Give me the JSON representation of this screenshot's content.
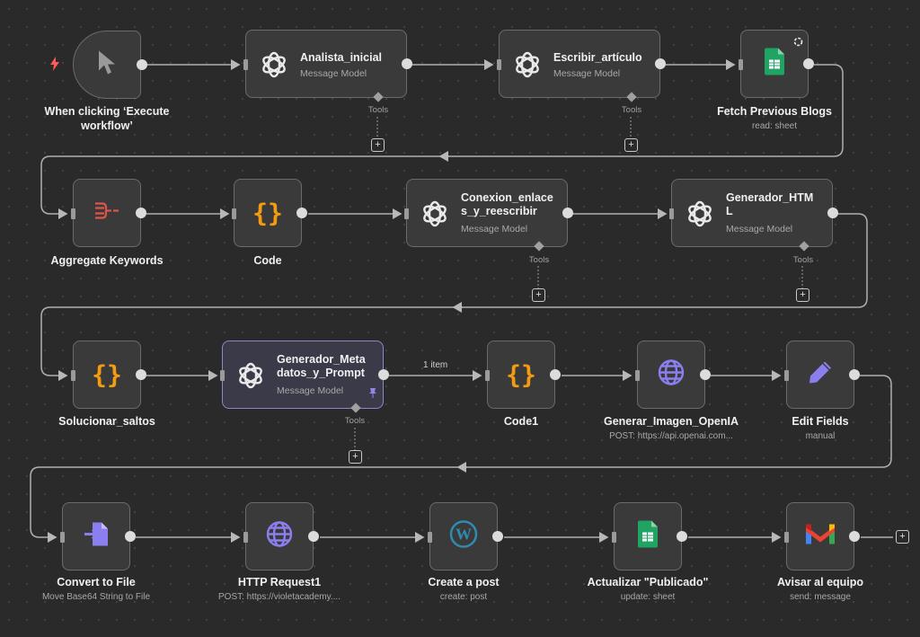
{
  "nodes": {
    "trigger": {
      "label1": "When clicking ‘Execute",
      "label2": "workflow’"
    },
    "analista": {
      "title": "Analista_inicial",
      "sub": "Message Model",
      "tools": "Tools"
    },
    "escribir": {
      "title": "Escribir_artículo",
      "sub": "Message Model",
      "tools": "Tools"
    },
    "fetch": {
      "label": "Fetch Previous Blogs",
      "sub": "read: sheet"
    },
    "aggregate": {
      "label": "Aggregate Keywords"
    },
    "code": {
      "label": "Code"
    },
    "conexion": {
      "title1": "Conexion_enlace",
      "title2": "s_y_reescribir",
      "sub": "Message Model",
      "tools": "Tools"
    },
    "generador_html": {
      "title1": "Generador_HTM",
      "title2": "L",
      "sub": "Message Model",
      "tools": "Tools"
    },
    "solucionar": {
      "label": "Solucionar_saltos"
    },
    "generador_meta": {
      "title1": "Generador_Meta",
      "title2": "datos_y_Prompt",
      "sub": "Message Model",
      "tools": "Tools"
    },
    "code1": {
      "label": "Code1"
    },
    "generar_imagen": {
      "label": "Generar_Imagen_OpenIA",
      "sub": "POST: https://api.openai.com..."
    },
    "edit_fields": {
      "label": "Edit Fields",
      "sub": "manual"
    },
    "convert": {
      "label": "Convert to File",
      "sub": "Move Base64 String to File"
    },
    "http1": {
      "label": "HTTP Request1",
      "sub": "POST: https://violetacademy...."
    },
    "create_post": {
      "label": "Create a post",
      "sub": "create: post"
    },
    "actualizar": {
      "label": "Actualizar \"Publicado\"",
      "sub": "update: sheet"
    },
    "avisar": {
      "label": "Avisar al equipo",
      "sub": "send: message"
    }
  },
  "edge_labels": {
    "meta_to_code1": "1 item"
  },
  "plus_symbol": "+",
  "icons": {
    "trigger": "cursor-icon",
    "openai": "openai-icon",
    "sheets": "google-sheets-icon",
    "aggregate": "aggregate-icon",
    "code": "code-braces-icon",
    "globe": "globe-icon",
    "pencil": "pencil-icon",
    "convert": "convert-file-icon",
    "wordpress": "wordpress-icon",
    "gmail": "gmail-icon",
    "lightning": "lightning-icon",
    "pin": "pin-icon",
    "refresh": "refresh-icon"
  },
  "colors": {
    "canvas": "#2a2a2a",
    "node": "#3a3a3a",
    "code": "#f39c12",
    "aggregate": "#e0534a",
    "globe": "#8b7ff0",
    "pencil": "#8b7ff0",
    "sheets": "#1fa463",
    "wordpress": "#2f8bb0",
    "lightning": "#ff5a5a"
  }
}
